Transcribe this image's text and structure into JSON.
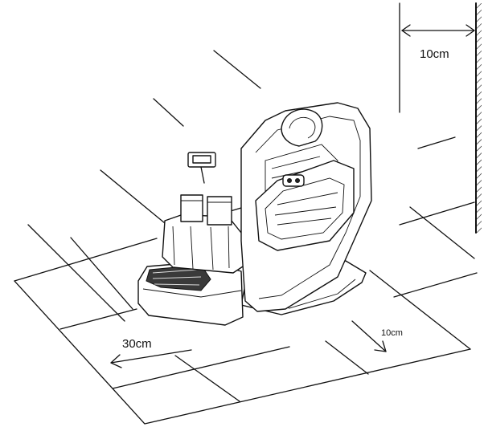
{
  "labels": {
    "wall_gap": "10cm",
    "front_gap": "30cm",
    "side_gap": "10cm"
  }
}
